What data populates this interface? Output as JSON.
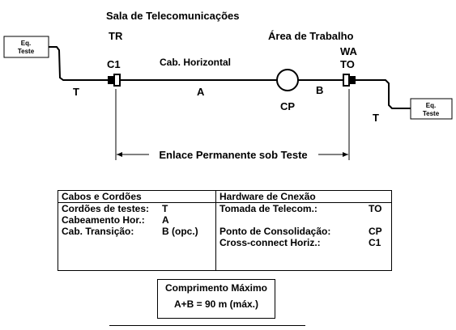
{
  "title": "Sala de Telecomunicações",
  "labels": {
    "tr": "TR",
    "work_area": "Área de Trabalho",
    "c1": "C1",
    "wa": "WA",
    "to": "TO",
    "horizontal_cable": "Cab. Horizontal",
    "a": "A",
    "b": "B",
    "cp": "CP",
    "t_left": "T",
    "t_right": "T",
    "permanent_link": "Enlace Permanente sob Teste"
  },
  "test_boxes": {
    "left": [
      "Eq.",
      "Teste"
    ],
    "right": [
      "Eq.",
      "Teste"
    ]
  },
  "legend": {
    "left_header": "Cabos e Cordões",
    "left_rows": [
      {
        "name": "Cordões de testes:",
        "code": "T"
      },
      {
        "name": "Cabeamento Hor.:",
        "code": "A"
      },
      {
        "name": "Cab. Transição:",
        "code": "B (opc.)"
      }
    ],
    "right_header": "Hardware de Cnexão",
    "right_rows": [
      {
        "name": "Tomada de Telecom.:",
        "code": "TO"
      },
      {
        "name": "",
        "code": ""
      },
      {
        "name": "Ponto de Consolidação:",
        "code": "CP"
      },
      {
        "name": "Cross-connect Horiz.:",
        "code": "C1"
      }
    ]
  },
  "max_length": {
    "title": "Comprimento Máximo",
    "formula": "A+B = 90 m (máx.)"
  }
}
